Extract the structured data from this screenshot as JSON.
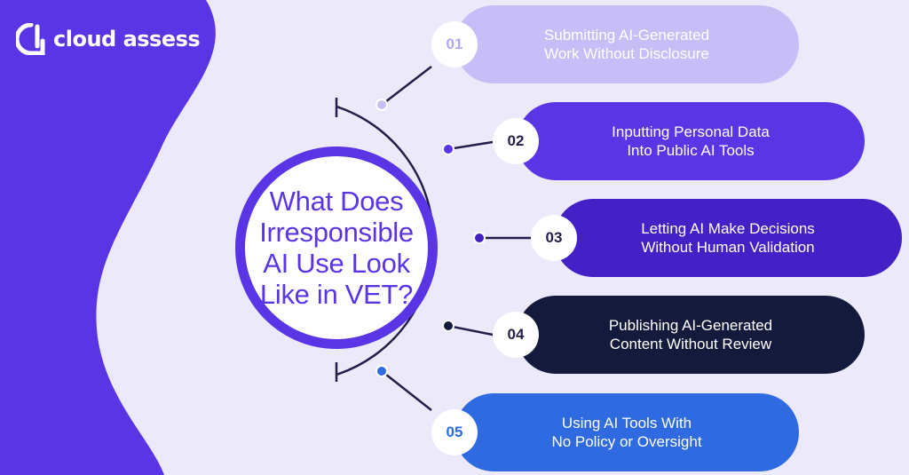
{
  "brand": {
    "name": "cloud assess"
  },
  "title": "What Does Irresponsible AI Use Look Like in VET?",
  "items": [
    {
      "number": "01",
      "text": "Submitting AI-Generated\nWork Without Disclosure"
    },
    {
      "number": "02",
      "text": "Inputting Personal Data\nInto Public AI Tools"
    },
    {
      "number": "03",
      "text": "Letting AI Make Decisions\nWithout Human Validation"
    },
    {
      "number": "04",
      "text": "Publishing AI-Generated\nContent Without Review"
    },
    {
      "number": "05",
      "text": "Using AI Tools With\nNo Policy or Oversight"
    }
  ],
  "colors": {
    "background": "#ece9fb",
    "blob": "#5a35e6",
    "item_01": "#c7bdf7",
    "item_02": "#5a35e6",
    "item_03": "#4420c7",
    "item_04": "#141a3c",
    "item_05": "#2f6ae0",
    "connector": "#231f4a"
  }
}
